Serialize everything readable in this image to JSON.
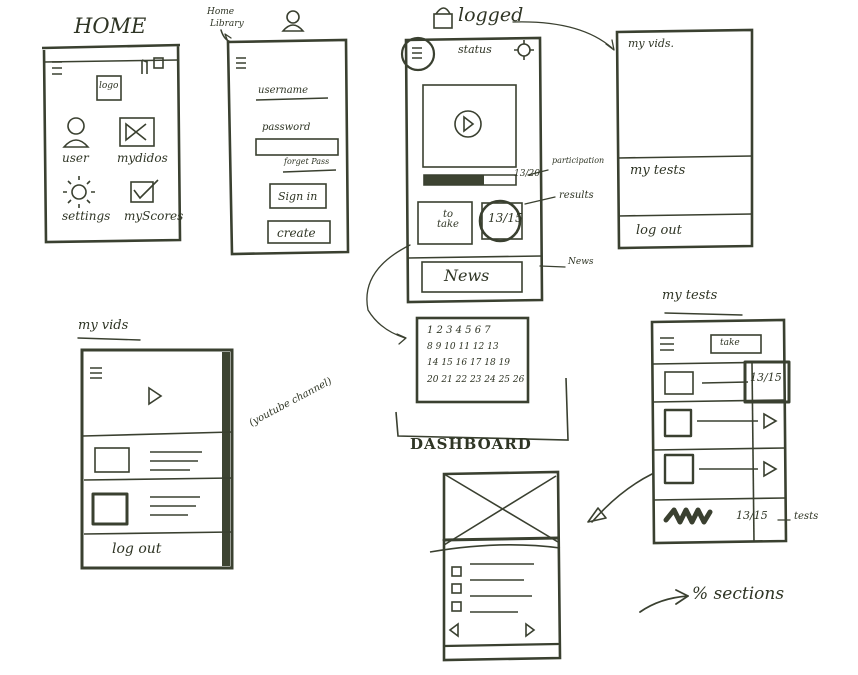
{
  "colors": {
    "ink": "#3a4030",
    "paper": "#ffffff"
  },
  "home": {
    "title": "HOME",
    "logo": "logo",
    "items": [
      {
        "label": "user",
        "icon": "user-icon"
      },
      {
        "label": "mydidos",
        "icon": "video-icon"
      },
      {
        "label": "settings",
        "icon": "gear-icon"
      },
      {
        "label": "myScores",
        "icon": "checkbox-icon"
      }
    ]
  },
  "login": {
    "header_note_1": "Home",
    "header_note_2": "Library",
    "username": "username",
    "password": "password",
    "forgot": "forget Pass",
    "sign_in": "Sign in",
    "create": "create"
  },
  "logged": {
    "title": "logged",
    "status": "status",
    "progress": "13/20",
    "to_take": "to take",
    "score": "13/15",
    "news": "News",
    "ann_participation": "participation",
    "ann_results": "results",
    "ann_news": "News"
  },
  "menu_panel": {
    "my_vids": "my vids.",
    "my_tests": "my tests",
    "log_out": "log out"
  },
  "calendar": {
    "rows": [
      "1 2 3 4 5 6 7",
      "8 9 10 11 12 13",
      "14 15 16 17 18 19",
      "20 21 22 23 24 25 26"
    ],
    "label": "DASHBOARD"
  },
  "my_vids": {
    "title": "my vids",
    "annotation": "(youtube channel)",
    "log_out": "log out"
  },
  "my_tests": {
    "title": "my tests",
    "tab": "take",
    "score": "13/15",
    "footer_score": "13/15",
    "ann_tests": "tests",
    "sections": "% sections"
  }
}
